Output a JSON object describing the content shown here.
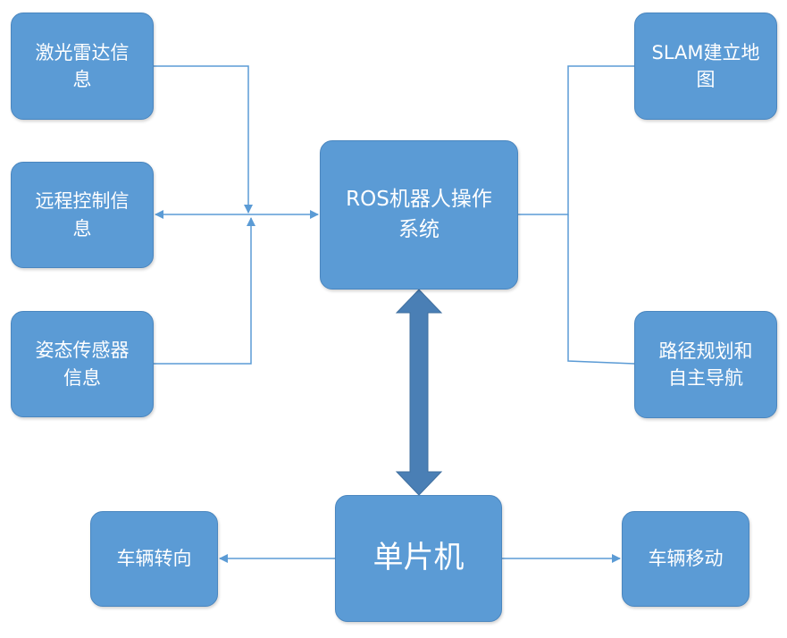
{
  "nodes": {
    "lidar": "激光雷达信\n息",
    "remote": "远程控制信\n息",
    "imu": "姿态传感器\n信息",
    "ros": "ROS机器人操作\n系统",
    "slam": "SLAM建立地\n图",
    "nav": "路径规划和\n自主导航",
    "mcu": "单片机",
    "steer": "车辆转向",
    "move": "车辆移动"
  },
  "colors": {
    "box_fill": "#5b9bd5",
    "box_border": "#4a86bf",
    "line": "#5b9bd5",
    "big_arrow": "#4a7fb5",
    "text": "#ffffff"
  }
}
